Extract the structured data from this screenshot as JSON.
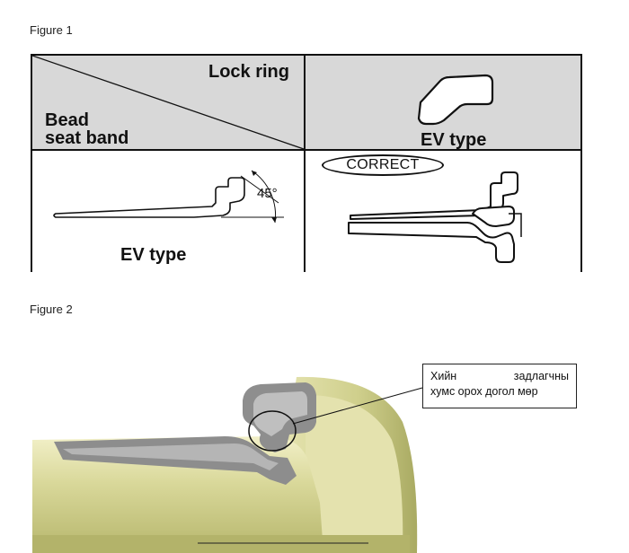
{
  "figure1": {
    "caption": "Figure 1",
    "table": {
      "header_lock_ring": "Lock ring",
      "header_bead_line1": "Bead",
      "header_bead_line2": "seat band",
      "lock_ring_type": "EV type",
      "bead_seat_type": "EV type",
      "angle_label": "45°",
      "correct_label": "CORRECT"
    }
  },
  "figure2": {
    "caption": "Figure 2",
    "callout_line1": "Хийн задлагчны",
    "callout_line2": "хумс орох догол мөр"
  }
}
